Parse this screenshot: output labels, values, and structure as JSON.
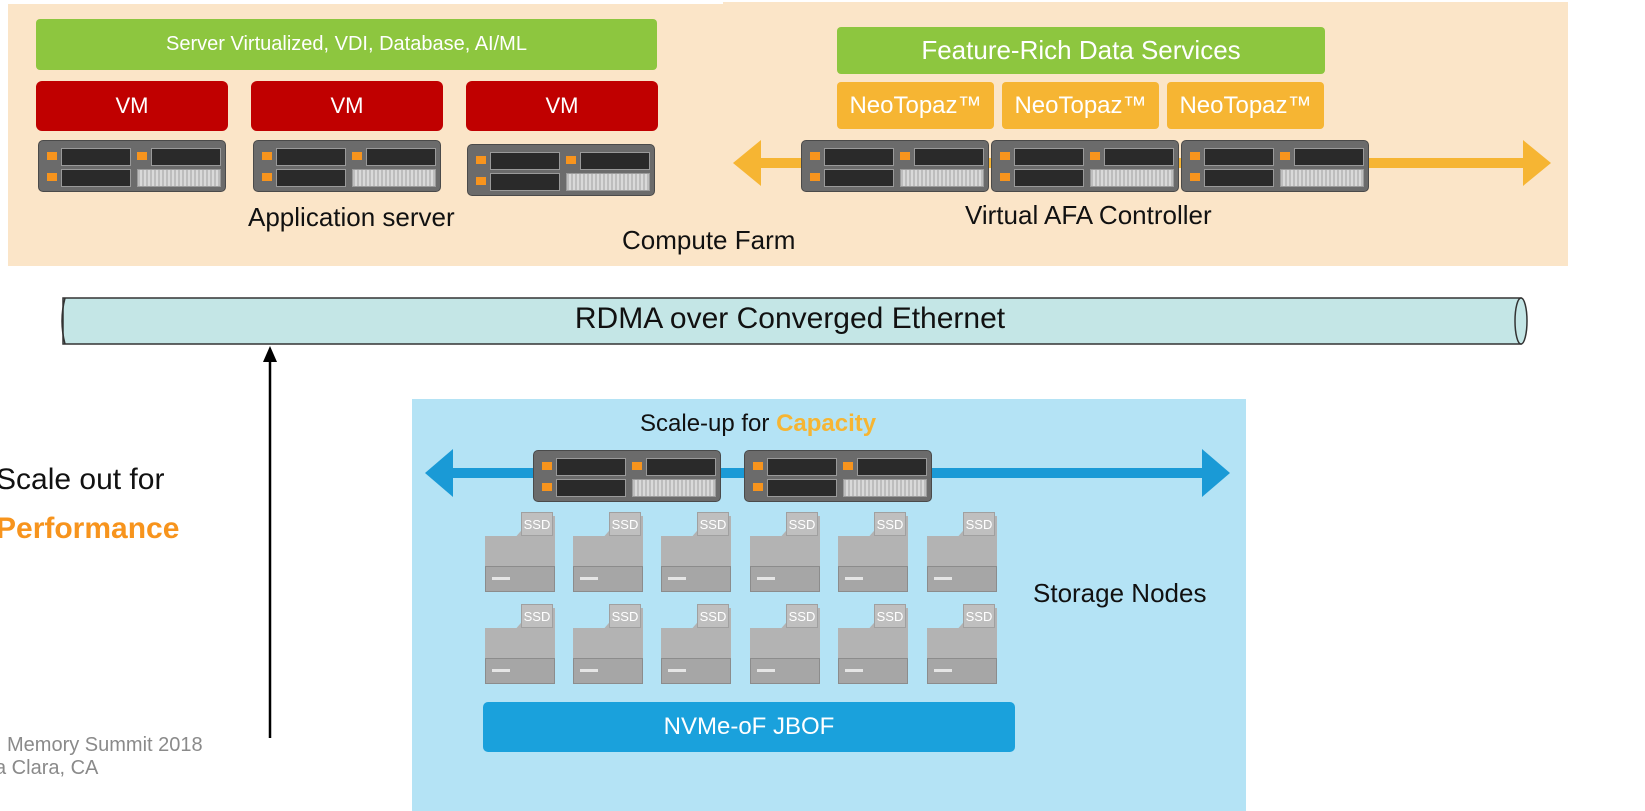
{
  "compute": {
    "workloads_label": "Server Virtualized, VDI, Database, AI/ML",
    "vms": [
      "VM",
      "VM",
      "VM"
    ],
    "app_server_label": "Application server",
    "farm_label": "Compute Farm"
  },
  "controller": {
    "services_label": "Feature-Rich Data Services",
    "neotopaz": [
      "NeoTopaz™",
      "NeoTopaz™",
      "NeoTopaz™"
    ],
    "label": "Virtual AFA Controller"
  },
  "network": {
    "label": "RDMA over Converged Ethernet"
  },
  "scale_out": {
    "line1": "Scale out for",
    "emphasis": "Performance"
  },
  "storage": {
    "scale_up_prefix": "Scale-up for ",
    "scale_up_emphasis": "Capacity",
    "nodes_label": "Storage Nodes",
    "ssd_label": "SSD",
    "jbof_label": "NVMe-oF JBOF"
  },
  "footer": {
    "line1": "Memory Summit 2018",
    "line2": "a Clara, CA"
  },
  "colors": {
    "panel": "#fbe5c8",
    "green": "#8dc63f",
    "vm_red": "#c00000",
    "orange": "#f6b533",
    "accent_orange": "#f7941d",
    "storage_bg": "#b4e3f5",
    "blue_arrow": "#1a9ad6",
    "jbof_blue": "#1aa1dc",
    "pipe": "#c4e6e6"
  }
}
